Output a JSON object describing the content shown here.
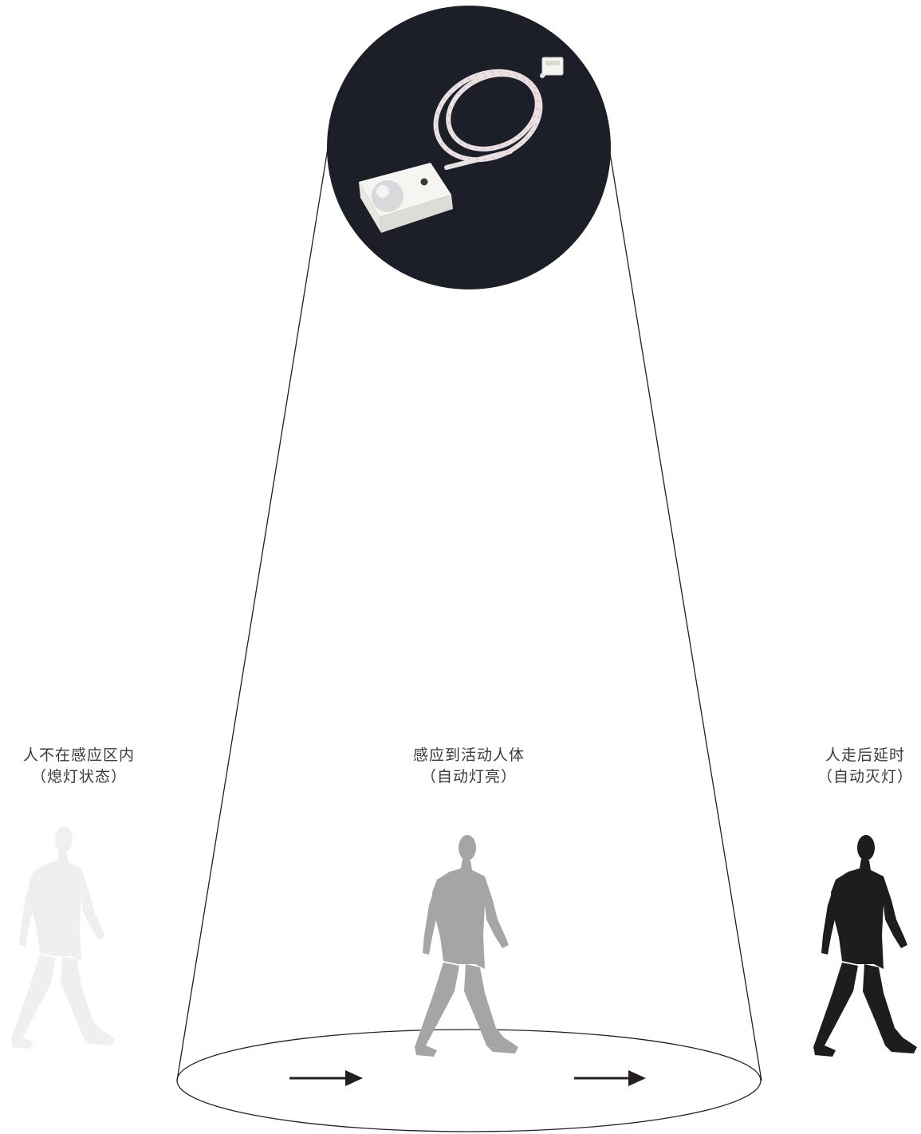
{
  "stages": [
    {
      "line1": "人不在感应区内",
      "line2": "（熄灯状态）",
      "figure_color": "#efefef"
    },
    {
      "line1": "感应到活动人体",
      "line2": "（自动灯亮）",
      "figure_color": "#a5a5a5"
    },
    {
      "line1": "人走后延时",
      "line2": "（自动灭灯）",
      "figure_color": "#1d1d1d"
    }
  ],
  "colors": {
    "sensor_disc": "#1c1f27",
    "cone_line": "#231f20",
    "arrow": "#231f20",
    "label_text": "#3a3a3a"
  },
  "icons": {
    "sensor": "pir-motion-sensor-module",
    "walker": "walking-person-silhouette",
    "arrow": "arrow-right"
  }
}
